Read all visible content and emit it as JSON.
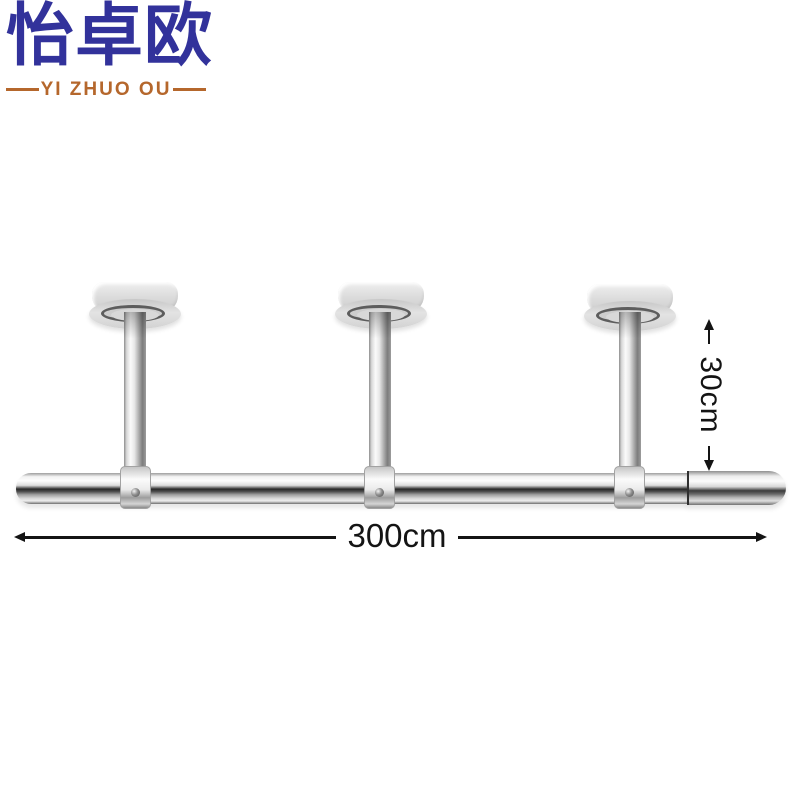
{
  "logo": {
    "brand_cn": "怡卓欧",
    "brand_en": "YI ZHUO OU",
    "brand_color": "#32329b",
    "accent_color": "#b5672c"
  },
  "annotations": {
    "height_label": "30cm",
    "width_label": "300cm",
    "line_color": "#141414"
  },
  "colors": {
    "background": "#ffffff",
    "chrome_highlight": "#fbfbfb",
    "chrome_dark": "#282828",
    "mount_gray": "#d8d8d8"
  }
}
